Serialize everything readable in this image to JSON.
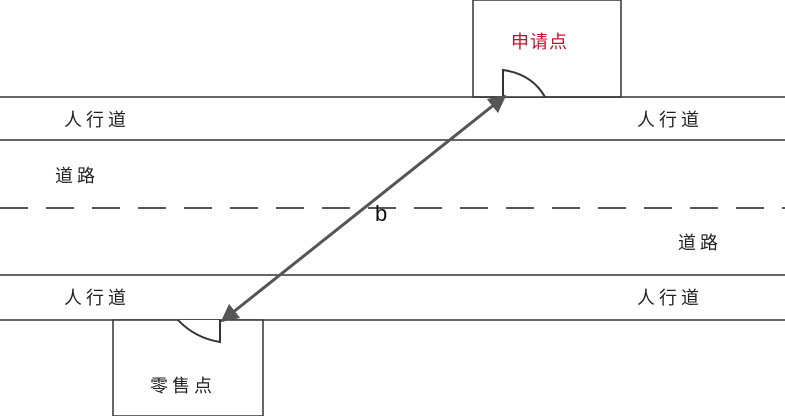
{
  "labels": {
    "applicant": "申请点",
    "retail": "零售点",
    "sidewalk": "人行道",
    "road": "道路",
    "distance": "b"
  },
  "colors": {
    "applicant_text": "#c8102e",
    "line": "#333333",
    "arrow": "#555555"
  }
}
